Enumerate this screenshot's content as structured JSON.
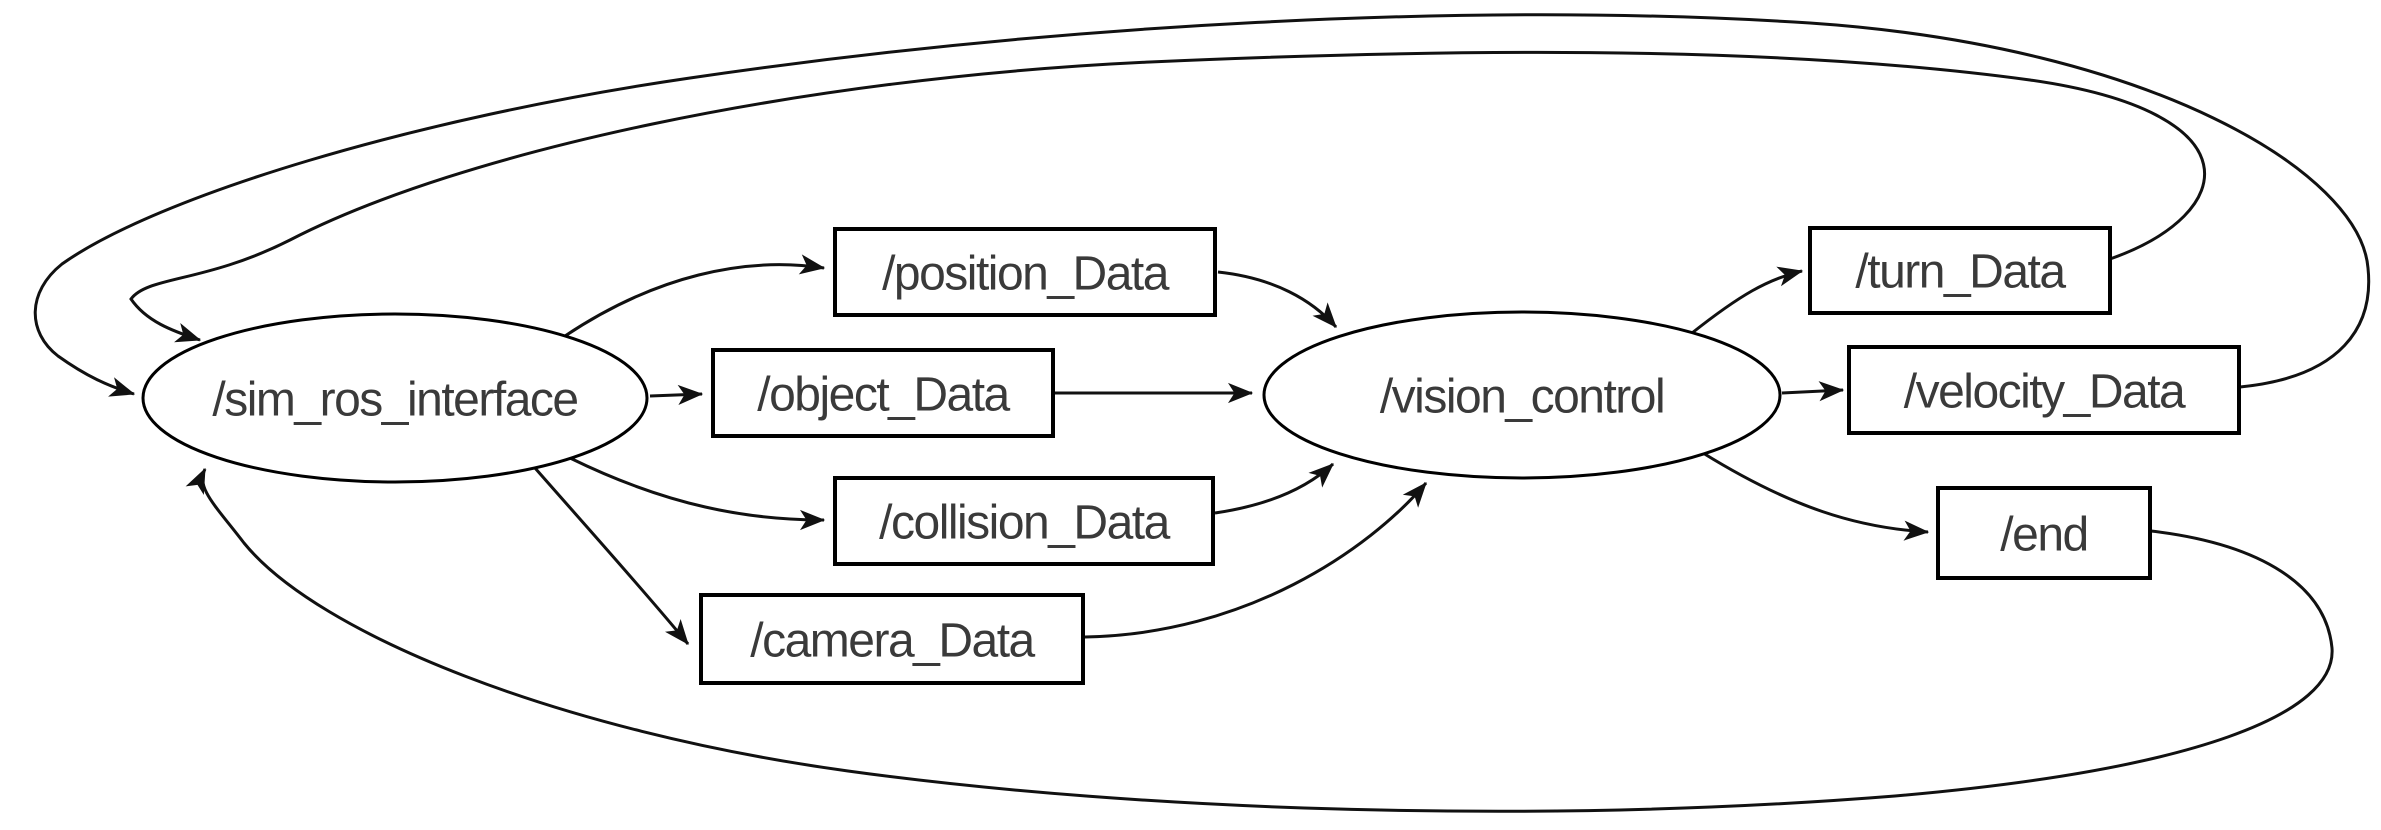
{
  "diagram": {
    "kind": "ros-computation-graph",
    "colors": {
      "background": "#ffffff",
      "stroke": "#000000",
      "edge": "#111111",
      "text": "#3a3a3a"
    },
    "nodes": [
      {
        "id": "sim_ros_interface",
        "label": "/sim_ros_interface",
        "shape": "ellipse"
      },
      {
        "id": "vision_control",
        "label": "/vision_control",
        "shape": "ellipse"
      },
      {
        "id": "position_Data",
        "label": "/position_Data",
        "shape": "rect"
      },
      {
        "id": "object_Data",
        "label": "/object_Data",
        "shape": "rect"
      },
      {
        "id": "collision_Data",
        "label": "/collision_Data",
        "shape": "rect"
      },
      {
        "id": "camera_Data",
        "label": "/camera_Data",
        "shape": "rect"
      },
      {
        "id": "turn_Data",
        "label": "/turn_Data",
        "shape": "rect"
      },
      {
        "id": "velocity_Data",
        "label": "/velocity_Data",
        "shape": "rect"
      },
      {
        "id": "end",
        "label": "/end",
        "shape": "rect"
      }
    ],
    "edges": [
      {
        "from": "sim_ros_interface",
        "to": "position_Data"
      },
      {
        "from": "sim_ros_interface",
        "to": "object_Data"
      },
      {
        "from": "sim_ros_interface",
        "to": "collision_Data"
      },
      {
        "from": "sim_ros_interface",
        "to": "camera_Data"
      },
      {
        "from": "position_Data",
        "to": "vision_control"
      },
      {
        "from": "object_Data",
        "to": "vision_control"
      },
      {
        "from": "collision_Data",
        "to": "vision_control"
      },
      {
        "from": "camera_Data",
        "to": "vision_control"
      },
      {
        "from": "vision_control",
        "to": "turn_Data"
      },
      {
        "from": "vision_control",
        "to": "velocity_Data"
      },
      {
        "from": "vision_control",
        "to": "end"
      },
      {
        "from": "turn_Data",
        "to": "sim_ros_interface"
      },
      {
        "from": "velocity_Data",
        "to": "sim_ros_interface"
      },
      {
        "from": "end",
        "to": "sim_ros_interface"
      }
    ]
  }
}
